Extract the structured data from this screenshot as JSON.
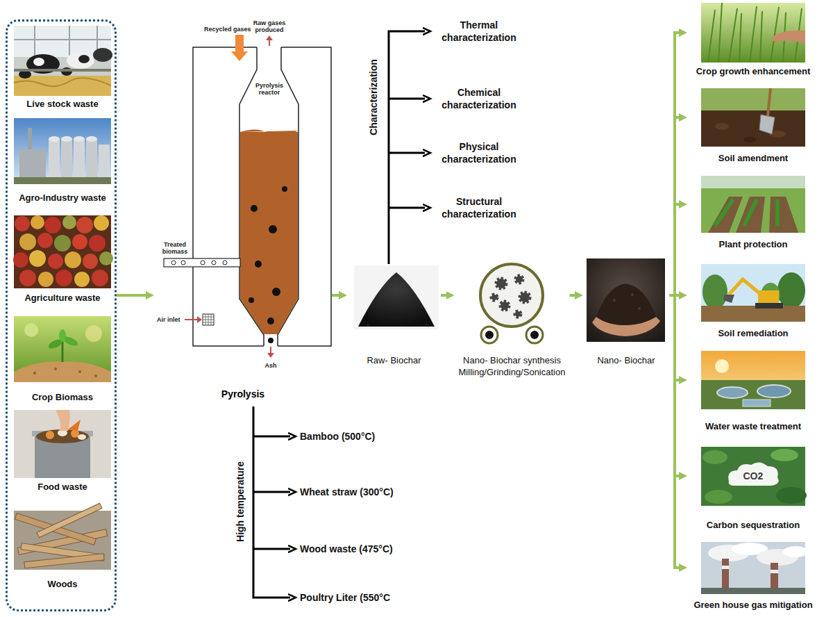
{
  "diagram": {
    "nodes": [
      {
        "text": []
      },
      {
        "text": [
          "Live stock waste"
        ],
        "in": 0
      },
      {
        "text": [
          "Agro-Industry waste"
        ],
        "in": 0
      },
      {
        "text": [
          "Agriculture waste"
        ],
        "in": 0
      },
      {
        "text": [
          "Crop Biomass"
        ],
        "in": 0
      },
      {
        "text": [
          "Food waste"
        ],
        "in": 0
      },
      {
        "text": [
          "Woods"
        ],
        "in": 0
      },
      {
        "text": [
          "Pyrolysis"
        ]
      },
      {
        "text": [
          "Raw- Biochar"
        ]
      },
      {
        "text": [
          "Nano- Biochar synthesis",
          "Milling/Grinding/Sonication"
        ]
      },
      {
        "text": [
          "Nano- Biochar"
        ]
      },
      {
        "text": [
          "Crop growth enhancement"
        ]
      },
      {
        "text": [
          "Soil amendment"
        ]
      },
      {
        "text": [
          "Plant protection"
        ]
      },
      {
        "text": [
          "Soil remediation"
        ]
      },
      {
        "text": [
          "Water waste treatment"
        ]
      },
      {
        "text": [
          "Carbon sequestration"
        ]
      },
      {
        "text": [
          "Green house gas mitigation"
        ]
      }
    ],
    "edges": [
      {
        "from": 0,
        "to": 7,
        "arrow": "to"
      },
      {
        "from": 7,
        "to": 8,
        "arrow": "to"
      },
      {
        "from": 8,
        "to": 9,
        "arrow": "to"
      },
      {
        "from": 9,
        "to": 10,
        "arrow": "to"
      },
      {
        "from": 10,
        "to": 11,
        "arrow": "to"
      },
      {
        "from": 10,
        "to": 12,
        "arrow": "to"
      },
      {
        "from": 10,
        "to": 13,
        "arrow": "to"
      },
      {
        "from": 10,
        "to": 14,
        "arrow": "to"
      },
      {
        "from": 10,
        "to": 15,
        "arrow": "to"
      },
      {
        "from": 10,
        "to": 16,
        "arrow": "to"
      },
      {
        "from": 10,
        "to": 17,
        "arrow": "to"
      }
    ],
    "labels": [
      "Recycled gases",
      "Raw gases produced",
      "Pyrolysis reactor",
      "Treated biomass",
      "Air inlet",
      "Ash",
      "Characterization",
      "Thermal characterization",
      "Chemical characterization",
      "Physical characterization",
      "Structural characterization",
      "High temperature",
      "Bamboo (500°C)",
      "Wheat straw (300°C)",
      "Wood waste (475°C)",
      "Poultry Liter (550°C",
      "CO2"
    ]
  }
}
